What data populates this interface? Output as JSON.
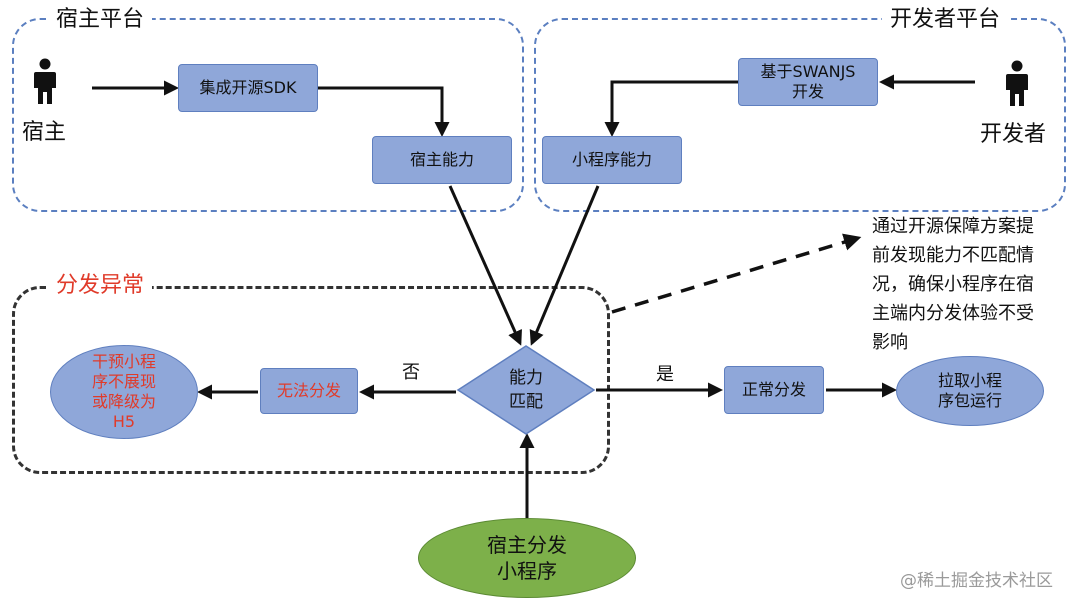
{
  "panels": {
    "host_platform": "宿主平台",
    "developer_platform": "开发者平台",
    "distribution_exception": "分发异常"
  },
  "actors": {
    "host": "宿主",
    "developer": "开发者"
  },
  "nodes": {
    "integrate_sdk": "集成开源SDK",
    "host_capability": "宿主能力",
    "swanjs_dev": "基于SWANJS\n开发",
    "miniapp_capability": "小程序能力",
    "capability_match": "能力\n匹配",
    "cannot_distribute": "无法分发",
    "fallback": "干预小程\n序不展现\n或降级为\nH5",
    "normal_distribute": "正常分发",
    "pull_package": "拉取小程\n序包运行",
    "host_distribute": "宿主分发\n小程序"
  },
  "edge_labels": {
    "no": "否",
    "yes": "是"
  },
  "note": "通过开源保障方案提\n前发现能力不匹配情\n况，确保小程序在宿\n主端内分发体验不受\n影响",
  "watermark": "@稀土掘金技术社区",
  "colors": {
    "node_fill": "#8fa7d9",
    "panel_border": "#5b7fc0",
    "green_ellipse": "#7db04a",
    "warning_text": "#e03b2a"
  }
}
